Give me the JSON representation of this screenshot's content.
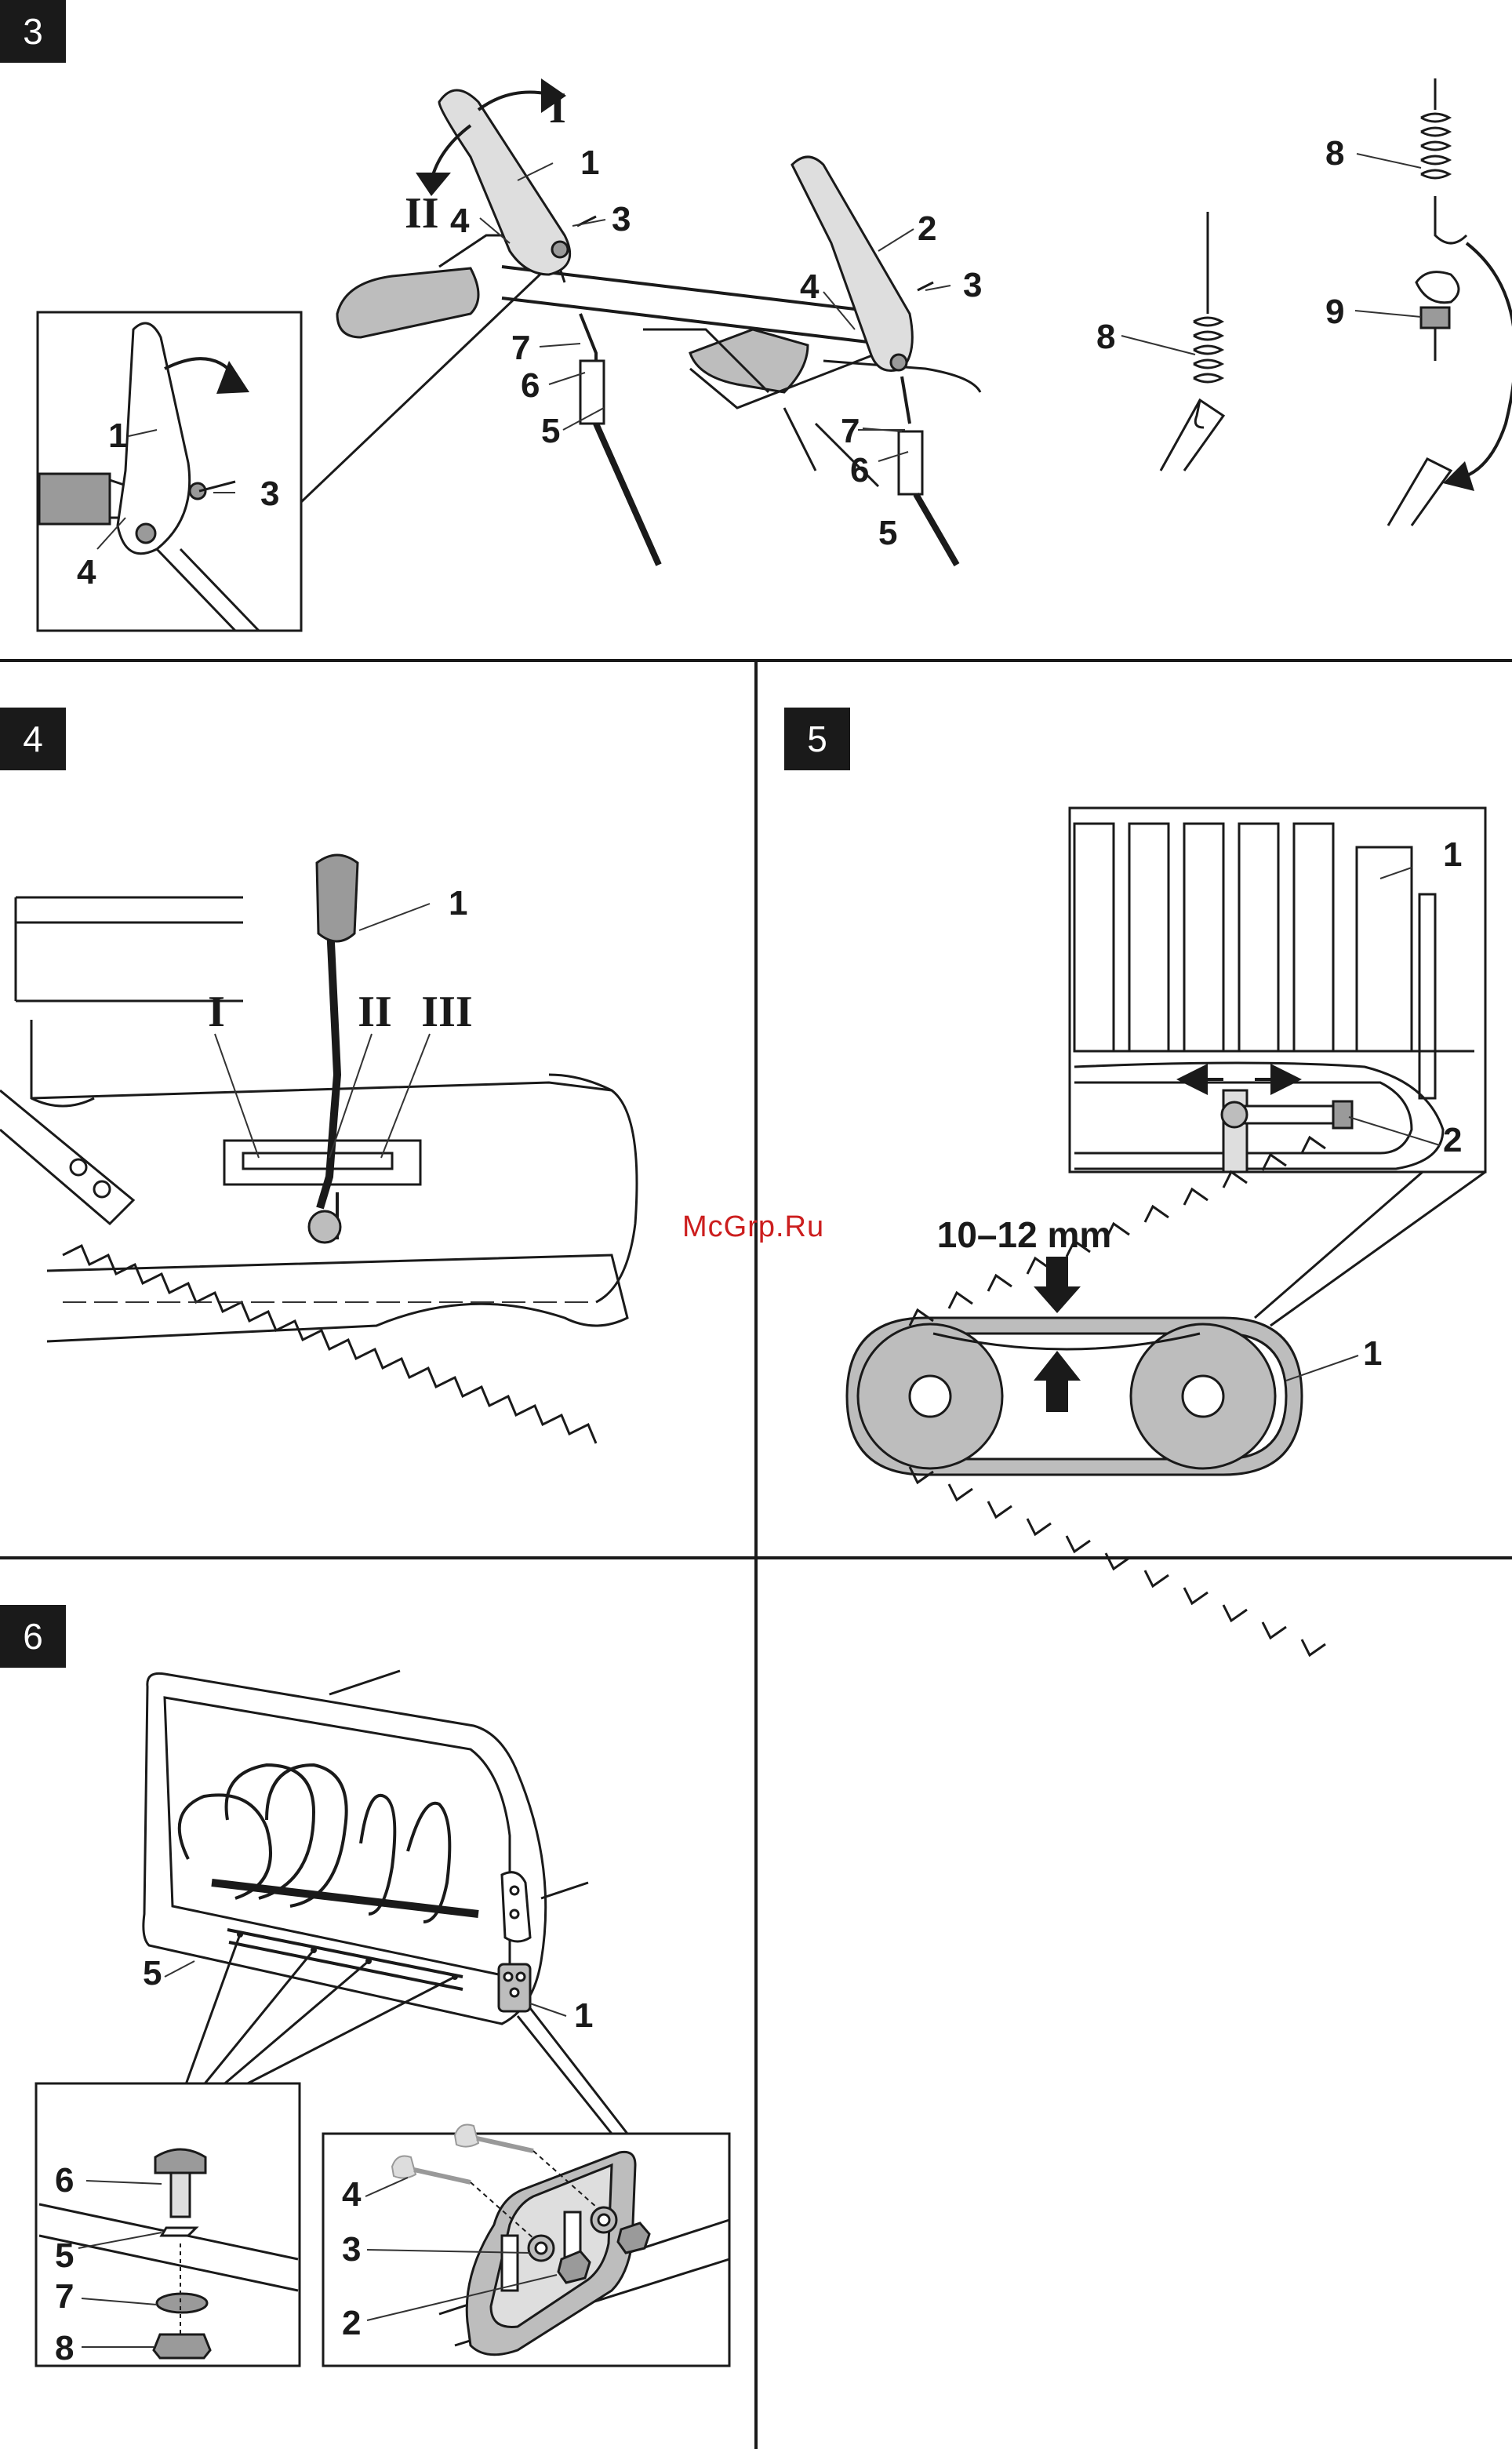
{
  "panels": {
    "p3": {
      "number": "3",
      "callouts": {
        "c1": "1",
        "c2": "2",
        "c3": "3",
        "c4": "4",
        "c5": "5",
        "c6": "6",
        "c7": "7",
        "c8": "8",
        "c9": "9"
      },
      "direction_i": "I",
      "direction_ii": "II"
    },
    "p4": {
      "number": "4",
      "callouts": {
        "c1": "1"
      },
      "gear_i": "I",
      "gear_ii": "II",
      "gear_iii": "III"
    },
    "p5": {
      "number": "5",
      "callouts": {
        "c1": "1",
        "c2": "2"
      },
      "measurement": "10–12 mm"
    },
    "p6": {
      "number": "6",
      "callouts": {
        "c1": "1",
        "c2": "2",
        "c3": "3",
        "c4": "4",
        "c5": "5",
        "c6": "6",
        "c7": "7",
        "c8": "8"
      }
    }
  },
  "watermark": "McGrp.Ru",
  "colors": {
    "ink": "#1a1a1a",
    "badge": "#1a1a1a",
    "watermark": "#cc1e1e",
    "shade": "#bdbdbd"
  }
}
